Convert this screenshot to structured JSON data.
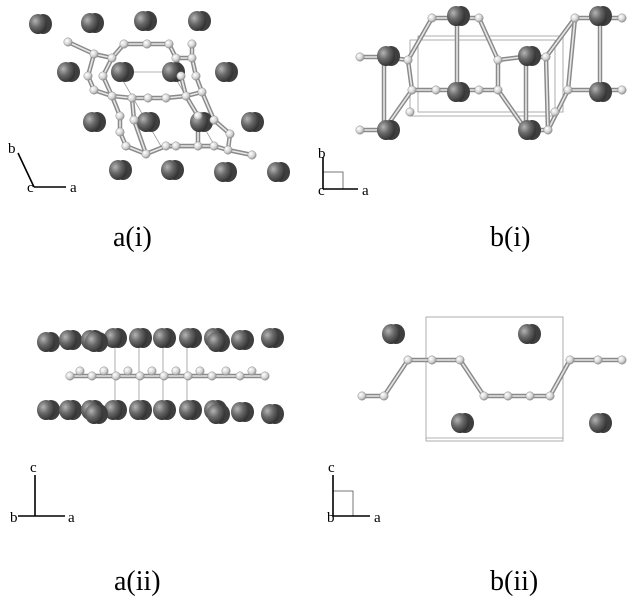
{
  "panels": [
    {
      "id": "a-i",
      "caption": "a(i)",
      "axes": {
        "first": "b",
        "second": "c",
        "third": "a"
      }
    },
    {
      "id": "b-i",
      "caption": "b(i)",
      "axes": {
        "first": "b",
        "second": "c",
        "third": "a"
      }
    },
    {
      "id": "a-ii",
      "caption": "a(ii)",
      "axes": {
        "first": "c",
        "second": "b",
        "third": "a"
      }
    },
    {
      "id": "b-ii",
      "caption": "b(ii)",
      "axes": {
        "first": "c",
        "second": "b",
        "third": "a"
      }
    }
  ],
  "colors": {
    "heavy_atom": "#5a5a5a",
    "light_atom": "#d6d6d6",
    "bond": "#8a8a8a",
    "cell": "#9a9a9a"
  }
}
